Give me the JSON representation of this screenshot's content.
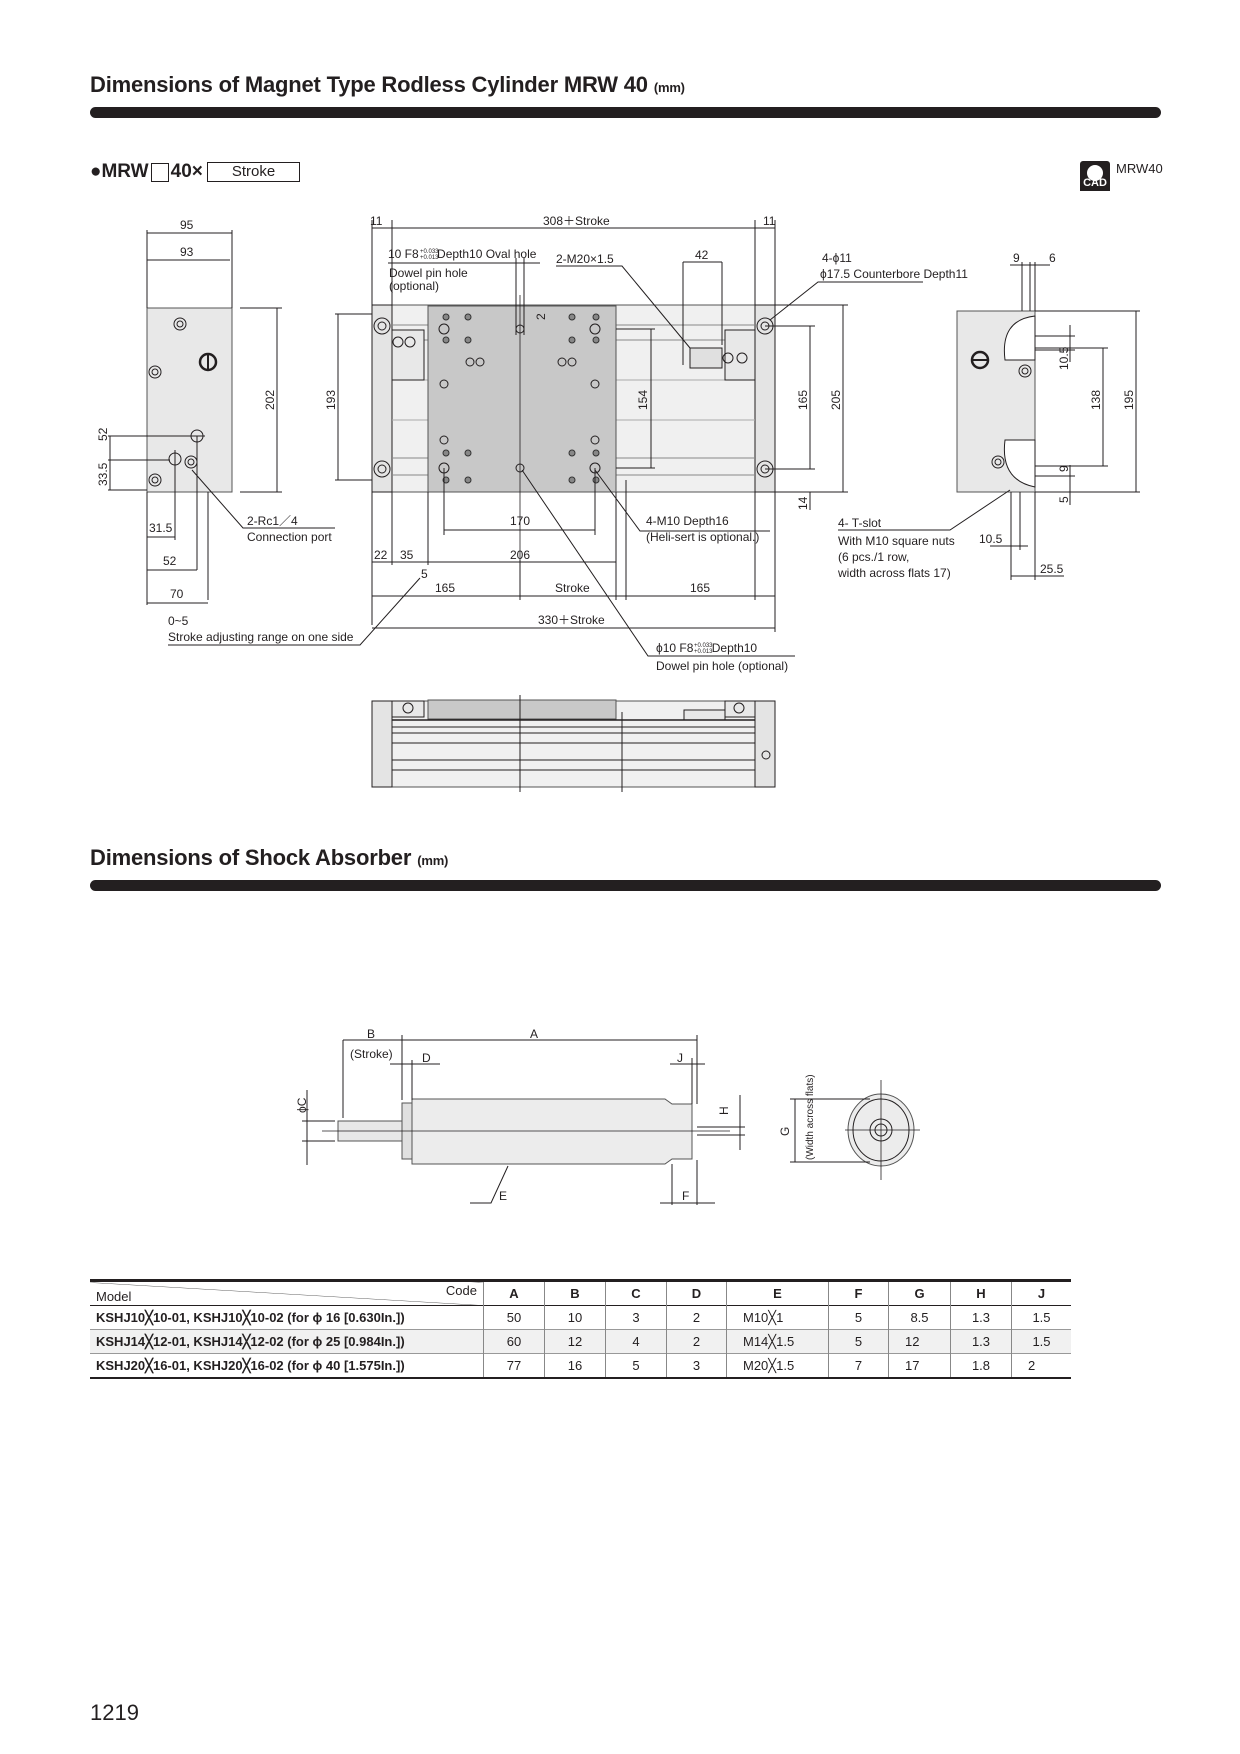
{
  "section1": {
    "title": "Dimensions of Magnet Type Rodless Cylinder MRW 40",
    "unit": "(mm)",
    "model_prefix": "●MRW",
    "model_size": "40×",
    "model_stroke_box": "Stroke",
    "cad_icon": "CAD",
    "cad_label": "MRW40"
  },
  "drawing": {
    "left_view": {
      "d95": "95",
      "d93": "93",
      "d202": "202",
      "d52v": "52",
      "d33_5": "33.5",
      "d31_5": "31.5",
      "d52h": "52",
      "d70": "70",
      "port_label": "2-Rc1／4",
      "port_desc": "Connection port",
      "adjust_range": "0~5",
      "adjust_desc": "Stroke adjusting range on one side"
    },
    "top_view": {
      "d11_left": "11",
      "d308": "308＋Stroke",
      "d11_right": "11",
      "oval_hole": "10 F8 Depth10 Oval hole",
      "tol_upper": "+0.033",
      "tol_lower": "+0.013",
      "oval_desc1": "Dowel pin hole",
      "oval_desc2": "(optional)",
      "port_m20": "2-M20×1.5",
      "d42": "42",
      "mount_hole": "4-ϕ11",
      "counterbore": "ϕ17.5 Counterbore  Depth11",
      "d193": "193",
      "d2": "2",
      "d154": "154",
      "d165v": "165",
      "d205": "205",
      "d14": "14",
      "d170": "170",
      "tap": "4-M10 Depth16",
      "tap_desc": "(Heli-sert is optional.)",
      "d22": "22",
      "d35": "35",
      "d206": "206",
      "d5": "5",
      "d165a": "165",
      "stroke": "Stroke",
      "d165b": "165",
      "d330": "330＋Stroke",
      "dowel": "ϕ10 F8 Depth10",
      "dowel_desc": "Dowel pin hole (optional)"
    },
    "right_view": {
      "d9top": "9",
      "d6": "6",
      "d10_5v": "10.5",
      "d138": "138",
      "d195": "195",
      "d9": "9",
      "d5": "5",
      "d10_5h": "10.5",
      "d25_5": "25.5",
      "tslot": "4- T-slot",
      "tslot_desc1": "With M10 square nuts",
      "tslot_desc2": "(6 pcs./1 row,",
      "tslot_desc3": "width across flats 17)"
    }
  },
  "section2": {
    "title": "Dimensions of Shock Absorber",
    "unit": "(mm)",
    "labels": {
      "B": "B",
      "stroke": "(Stroke)",
      "A": "A",
      "D": "D",
      "J": "J",
      "C": "ϕC",
      "H": "H",
      "E": "E",
      "F": "F",
      "G": "G",
      "width_flats": "(Width across flats)"
    }
  },
  "table": {
    "corner_row": "Model",
    "corner_col": "Code",
    "columns": [
      "A",
      "B",
      "C",
      "D",
      "E",
      "F",
      "G",
      "H",
      "J"
    ],
    "rows": [
      {
        "model": "KSHJ10╳10-01, KSHJ10╳10-02  (for ϕ 16 [0.630In.])",
        "values": [
          "50",
          "10",
          "3",
          "2",
          "M10╳1",
          "5",
          "8.5",
          "1.3",
          "1.5"
        ]
      },
      {
        "model": "KSHJ14╳12-01, KSHJ14╳12-02  (for ϕ 25 [0.984In.])",
        "values": [
          "60",
          "12",
          "4",
          "2",
          "M14╳1.5",
          "5",
          "12",
          "1.3",
          "1.5"
        ]
      },
      {
        "model": "KSHJ20╳16-01, KSHJ20╳16-02  (for ϕ 40 [1.575In.])",
        "values": [
          "77",
          "16",
          "5",
          "3",
          "M20╳1.5",
          "7",
          "17",
          "1.8",
          "2"
        ]
      }
    ]
  },
  "page_number": "1219"
}
